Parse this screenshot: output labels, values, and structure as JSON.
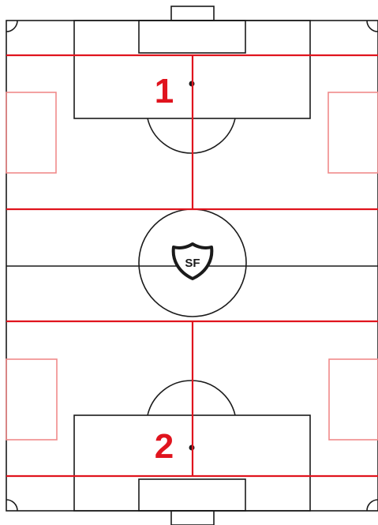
{
  "diagram": {
    "logo": {
      "text": "SF",
      "icon": "shield-icon"
    },
    "zones": [
      {
        "label": "1"
      },
      {
        "label": "2"
      }
    ],
    "colors": {
      "field_lines": "#1a1a1a",
      "zone_lines": "#e0141e",
      "side_boxes": "#f08a8a",
      "zone_labels": "#e0141e",
      "background": "#ffffff"
    }
  }
}
